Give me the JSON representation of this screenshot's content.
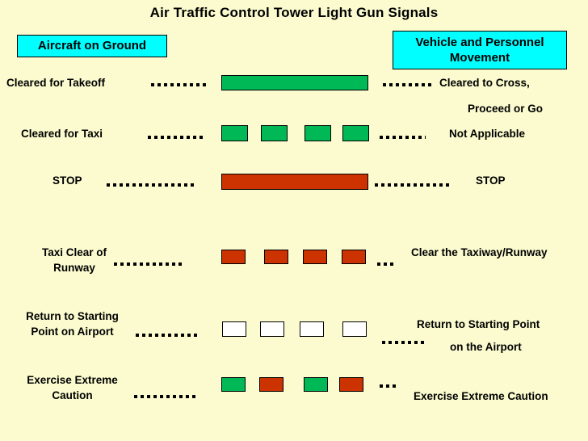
{
  "title": "Air Traffic Control Tower Light Gun Signals",
  "colors": {
    "background": "#fbfbcf",
    "header_box_fill": "#00ffff",
    "green_signal": "#00b956",
    "red_signal": "#cc3300",
    "white_signal": "#ffffff",
    "outline": "#000000",
    "text": "#000000"
  },
  "headers": {
    "left": "Aircraft on Ground",
    "right": "Vehicle and Personnel Movement",
    "right_line1": "Vehicle and Personnel",
    "right_line2": "Movement"
  },
  "rows": [
    {
      "id": "steady-green",
      "left_label": "Cleared for Takeoff",
      "right_label_line1": "Cleared to Cross,",
      "right_label_line2": "Proceed or Go",
      "signal_type": "steady",
      "signal_color": "green",
      "signal_color_hex": "#00b956",
      "segments": 1
    },
    {
      "id": "flashing-green",
      "left_label": "Cleared for Taxi",
      "right_label_line1": "Not Applicable",
      "right_label_line2": "",
      "signal_type": "flashing",
      "signal_color": "green",
      "signal_color_hex": "#00b956",
      "segments": 4
    },
    {
      "id": "steady-red",
      "left_label": "STOP",
      "right_label_line1": "STOP",
      "right_label_line2": "",
      "signal_type": "steady",
      "signal_color": "red",
      "signal_color_hex": "#cc3300",
      "segments": 1
    },
    {
      "id": "flashing-red",
      "left_label_line1": "Taxi Clear of",
      "left_label_line2": "Runway",
      "right_label_line1": "Clear the Taxiway/Runway",
      "right_label_line2": "",
      "signal_type": "flashing",
      "signal_color": "red",
      "signal_color_hex": "#cc3300",
      "segments": 4
    },
    {
      "id": "flashing-white",
      "left_label_line1": "Return to Starting",
      "left_label_line2": "Point on Airport",
      "right_label_line1": "Return to Starting Point",
      "right_label_line2": "on the Airport",
      "signal_type": "flashing",
      "signal_color": "white",
      "signal_color_hex": "#ffffff",
      "segments": 4
    },
    {
      "id": "alternating-red-green",
      "left_label_line1": "Exercise Extreme",
      "left_label_line2": "Caution",
      "right_label_line1": "Exercise Extreme Caution",
      "right_label_line2": "",
      "signal_type": "alternating",
      "signal_color": "red-green",
      "signal_color_hex": "#00b956,#cc3300",
      "segments": 4
    }
  ]
}
